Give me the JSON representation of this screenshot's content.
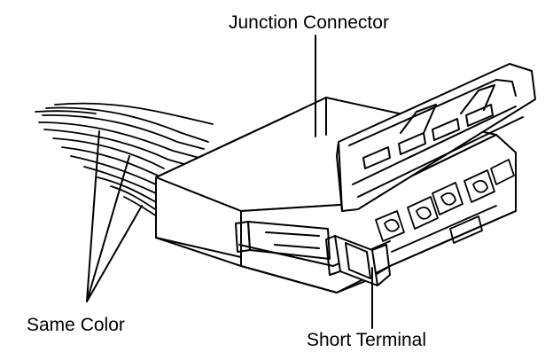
{
  "labels": {
    "junction_connector": "Junction Connector",
    "same_color": "Same Color",
    "short_terminal": "Short Terminal"
  },
  "colors": {
    "ink": "#000000",
    "paper": "#ffffff"
  }
}
